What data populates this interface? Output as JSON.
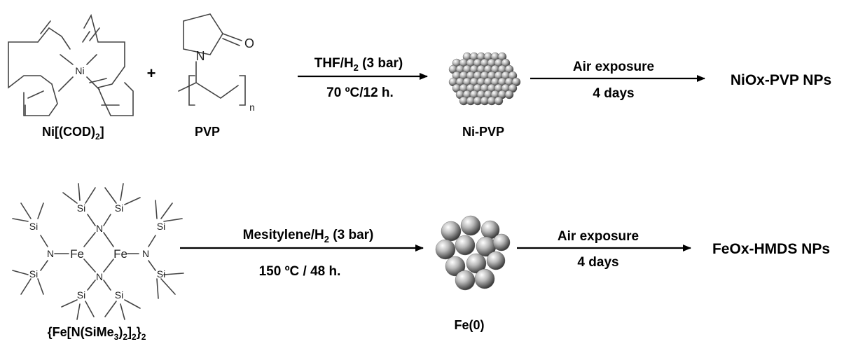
{
  "reaction1": {
    "reactant1": {
      "label_main": "Ni[(COD)",
      "label_sub": "2",
      "label_end": "]",
      "atom_center": "Ni"
    },
    "plus": "+",
    "reactant2": {
      "label": "PVP",
      "atom_n": "N",
      "atom_o": "O",
      "repeat_n": "n"
    },
    "arrow": {
      "above_main": "THF/H",
      "above_sub": "2",
      "above_end": " (3 bar)",
      "below": "70 ºC/12 h."
    },
    "product": {
      "label": "Ni-PVP"
    },
    "arrow2": {
      "above": "Air exposure",
      "below": "4 days"
    },
    "final": "NiOx-PVP NPs"
  },
  "reaction2": {
    "reactant": {
      "label_a": "{Fe[N(SiMe",
      "label_sub1": "3",
      "label_b": ")",
      "label_sub2": "2",
      "label_c": "]",
      "label_sub3": "2",
      "label_d": "}",
      "label_sub4": "2",
      "atom_fe": "Fe",
      "atom_n": "N",
      "atom_si": "Si"
    },
    "arrow": {
      "above_main": "Mesitylene/H",
      "above_sub": "2",
      "above_end": " (3 bar)",
      "below": "150 ºC / 48 h."
    },
    "product": {
      "label": "Fe(0)"
    },
    "arrow2": {
      "above": "Air exposure",
      "below": "4 days"
    },
    "final": "FeOx-HMDS NPs"
  }
}
